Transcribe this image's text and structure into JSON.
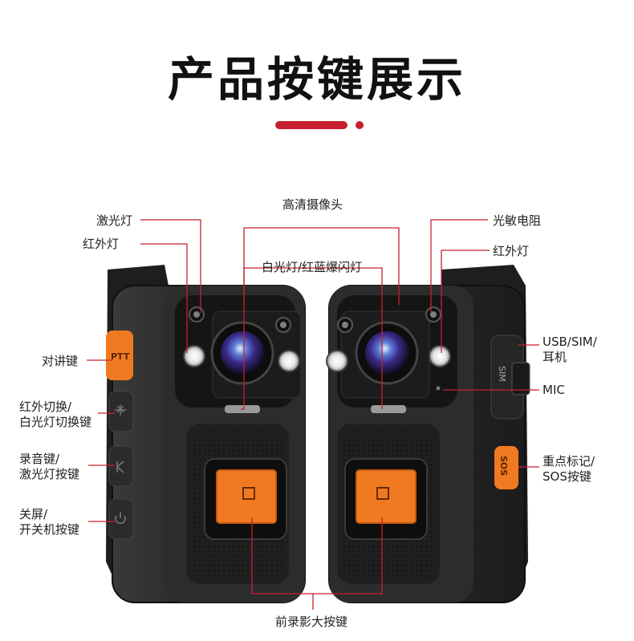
{
  "title": "产品按键展示",
  "colors": {
    "accent": "#c7202f",
    "button_orange": "#f07a22",
    "body": "#2a2a2a"
  },
  "left_device": {
    "buttons": {
      "ptt": "PTT"
    },
    "labels": {
      "laser_light": "激光灯",
      "ir_light": "红外灯",
      "ptt": "对讲键",
      "ir_switch": "红外切换/\n白光灯切换键",
      "record": "录音键/\n激光灯按键",
      "power": "关屏/\n开关机按键"
    }
  },
  "right_device": {
    "side_marks": {
      "sim": "SIM",
      "sos": "SOS"
    },
    "labels": {
      "light_sensor": "光敏电阻",
      "ir_light": "红外灯",
      "usb": "USB/SIM/\n耳机",
      "mic": "MIC",
      "sos": "重点标记/\nSOS按键"
    }
  },
  "center_labels": {
    "hd_camera": "高清摄像头",
    "white_flash": "白光灯/红蓝爆闪灯",
    "record_button": "前录影大按键"
  }
}
